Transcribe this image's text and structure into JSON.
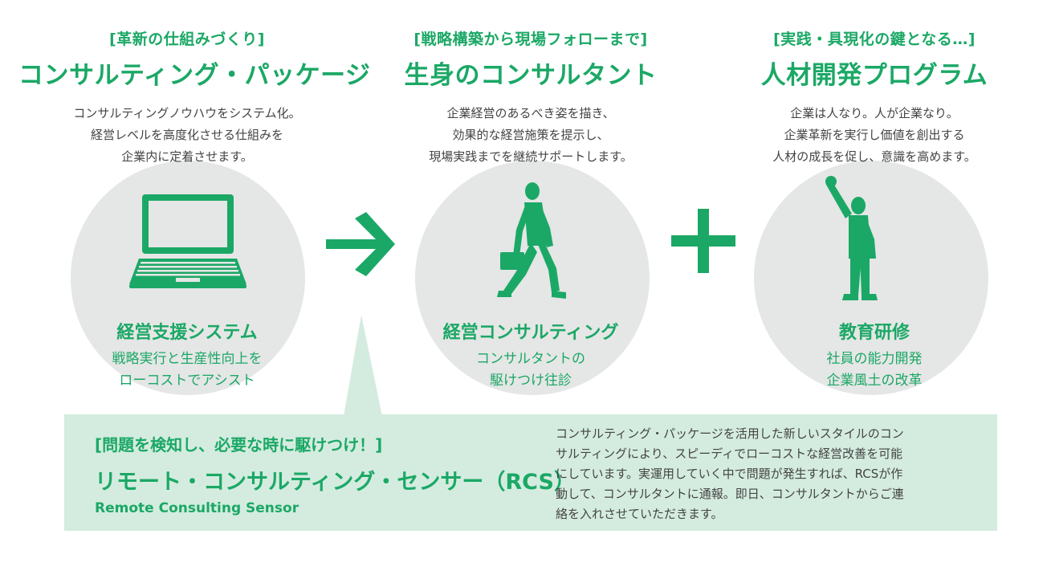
{
  "colors": {
    "accent": "#1ba866",
    "circle": "#e5e6e6",
    "panel": "#d4ecdf"
  },
  "columns": [
    {
      "tagline": "[革新の仕組みづくり]",
      "title": "コンサルティング・パッケージ",
      "desc": [
        "コンサルティングノウハウをシステム化。",
        "経営レベルを高度化させる仕組みを",
        "企業内に定着させます。"
      ],
      "icon": "laptop-icon",
      "sub_title": "経営支援システム",
      "sub_desc": [
        "戦略実行と生産性向上を",
        "ローコストでアシスト"
      ]
    },
    {
      "tagline": "[戦略構築から現場フォローまで]",
      "title": "生身のコンサルタント",
      "desc": [
        "企業経営のあるべき姿を描き、",
        "効果的な経営施策を提示し、",
        "現場実践までを継続サポートします。"
      ],
      "icon": "walking-businessman-icon",
      "sub_title": "経営コンサルティング",
      "sub_desc": [
        "コンサルタントの",
        "駆けつけ往診"
      ]
    },
    {
      "tagline": "[実践・具現化の鍵となる…]",
      "title": "人材開発プログラム",
      "desc": [
        "企業は人なり。人が企業なり。",
        "企業革新を実行し価値を創出する",
        "人材の成長を促し、意識を高めます。"
      ],
      "icon": "raised-fist-businessman-icon",
      "sub_title": "教育研修",
      "sub_desc": [
        "社員の能力開発",
        "企業風土の改革"
      ]
    }
  ],
  "connectors": {
    "arrow": "arrow-right-icon",
    "plus": "plus-icon"
  },
  "rcs": {
    "tagline": "[問題を検知し、必要な時に駆けつけ！]",
    "title": "リモート・コンサルティング・センサー（RCS）",
    "title_en": "Remote Consulting Sensor",
    "text": [
      "コンサルティング・パッケージを活用した新しいスタイルのコン",
      "サルティングにより、スピーディでローコストな経営改善を可能",
      "にしています。実運用していく中で問題が発生すれば、RCSが作",
      "動して、コンサルタントに通報。即日、コンサルタントからご連",
      "絡を入れさせていただきます。"
    ]
  }
}
